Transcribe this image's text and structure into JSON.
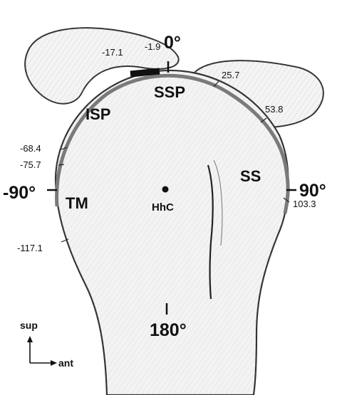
{
  "angles": {
    "top": "0°",
    "right": "90°",
    "left": "-90°",
    "bottom": "180°"
  },
  "muscles": {
    "ssp": "SSP",
    "isp": "ISP",
    "ss": "SS",
    "tm": "TM"
  },
  "center_label": "HhC",
  "boundaries": {
    "b_neg17_1": "-17.1",
    "b_neg1_9": "-1.9",
    "b_25_7": "25.7",
    "b_53_8": "53.8",
    "b_neg68_4": "-68.4",
    "b_neg75_7": "-75.7",
    "b_103_3": "103.3",
    "b_neg117_1": "-117.1"
  },
  "axes": {
    "sup": "sup",
    "ant": "ant"
  },
  "colors": {
    "bone_fill": "#f3f3f3",
    "outline": "#333333",
    "footprint_gray": "#7a7a7a",
    "footprint_dark": "#1a1a1a",
    "hatch": "#9a9a9a"
  }
}
